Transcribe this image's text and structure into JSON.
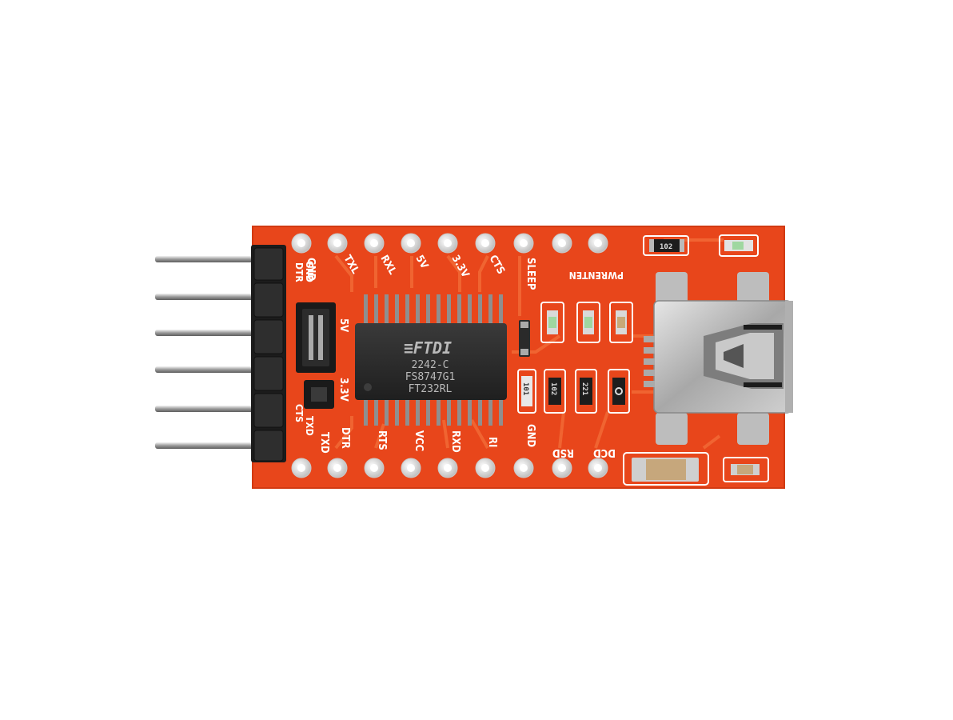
{
  "colors": {
    "background": "#ffffff",
    "pcb": "#e8461b",
    "pcb_trace": "#f0602c",
    "silkscreen": "#ffffff",
    "pad_silver": "#d9d9d9",
    "chip_body": "#2a2a2a",
    "header_black": "#1c1c1c",
    "led": "#9fd7a0"
  },
  "chip": {
    "logo": "≡FTDI",
    "line1": "2242-C",
    "line2": "FS8747G1",
    "line3": "FT232RL"
  },
  "labels": {
    "top_row": [
      "GND",
      "TXL",
      "RXL",
      "5V",
      "3.3V",
      "CTS",
      "SLEEP",
      "PWRENTEN"
    ],
    "bottom_row": [
      "TXD",
      "DTR",
      "RTS",
      "VCC",
      "RXD",
      "RI",
      "GND",
      "RSD",
      "DCD"
    ],
    "header_side": [
      "GND",
      "DTR",
      "CTS",
      "TXD"
    ],
    "jumper_5v": "5V",
    "jumper_3v3": "3.3V"
  },
  "resistors": {
    "top_right": "102",
    "array_1": "101",
    "array_2": "102",
    "array_3": "221"
  }
}
